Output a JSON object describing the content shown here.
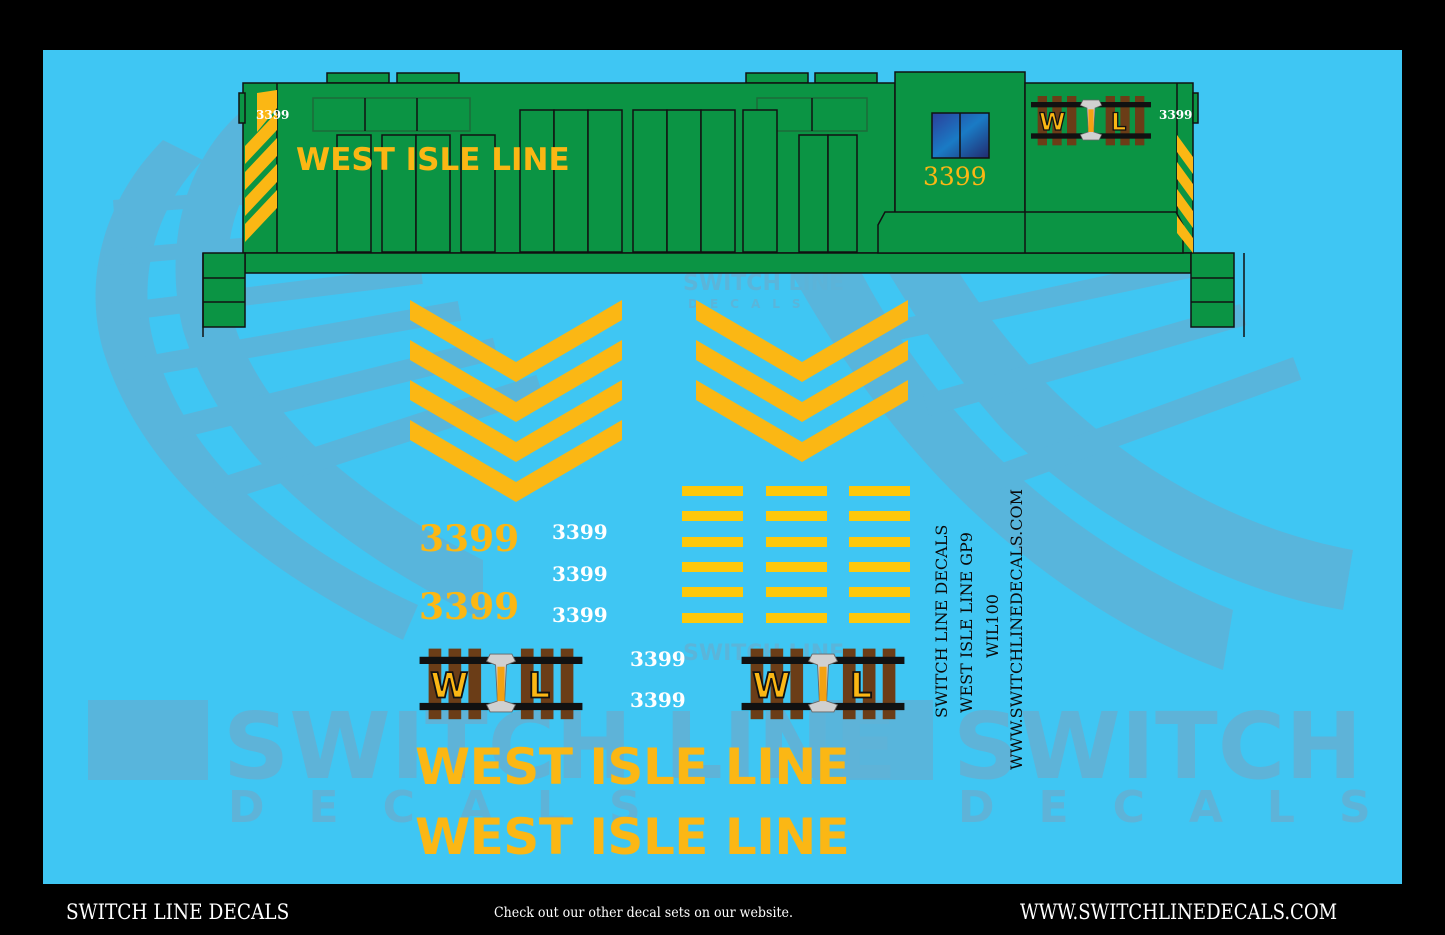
{
  "sheet": {
    "background_color": "#3fc6f3",
    "watermark_color": "#5eb3d8",
    "watermark": {
      "brand_big": "SWITCH LINE",
      "brand_small": "DECALS"
    }
  },
  "locomotive": {
    "model": "GP9",
    "body_color": "#0b9444",
    "accent_color": "#fbb714",
    "side_title": "WEST ISLE LINE",
    "cab_number": "3399",
    "end_number_left": "3399",
    "end_number_right": "3399",
    "logo_letters": [
      "W",
      "L"
    ],
    "window_color": "#1f5fb0"
  },
  "decals": {
    "chevrons_left_count": 4,
    "chevrons_right_count": 3,
    "stripe_grid": {
      "columns": 3,
      "rows": 6,
      "color": "#fec80a"
    },
    "numbers_large_yellow": [
      "3399",
      "3399"
    ],
    "numbers_small_white_col1": [
      "3399",
      "3399",
      "3399"
    ],
    "numbers_small_white_col2": [
      "3399",
      "3399"
    ],
    "logos": [
      {
        "letters": [
          "W",
          "L"
        ]
      },
      {
        "letters": [
          "W",
          "L"
        ]
      }
    ],
    "titles": [
      "WEST ISLE LINE",
      "WEST ISLE LINE"
    ],
    "info_block": {
      "line1": "SWITCH LINE DECALS",
      "line2": "WEST ISLE LINE GP9",
      "line3": "WIL100",
      "line4": "WWW.SWITCHLINEDECALS.COM"
    }
  },
  "footer": {
    "brand": "SWITCH LINE DECALS",
    "tagline": "Check out our other decal sets on our website.",
    "url": "WWW.SWITCHLINEDECALS.COM"
  }
}
